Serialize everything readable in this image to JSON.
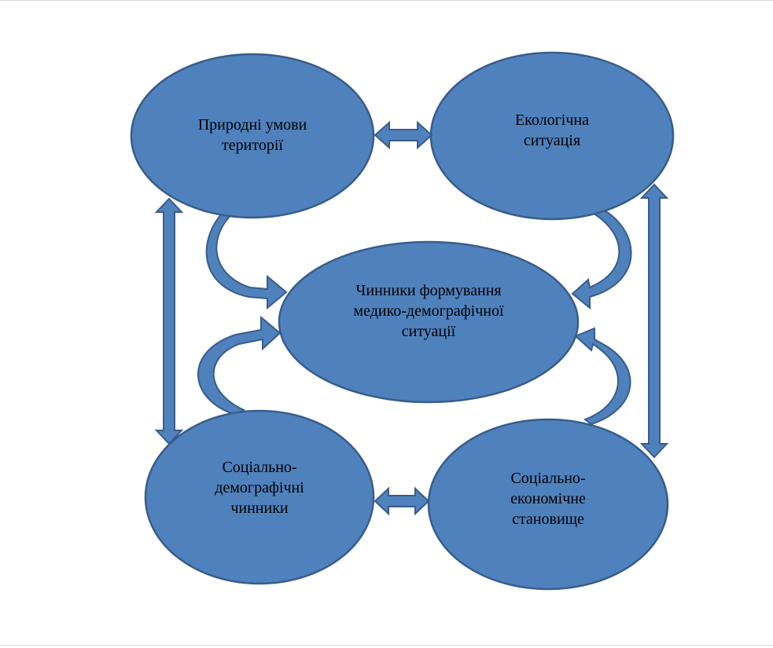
{
  "diagram": {
    "center": "Чинники формування\nмедико-демографічної\nситуації",
    "nodes": {
      "natural": "Природні умови\nтериторії",
      "ecological": "Екологічна\nситуація",
      "socio_demographic": "Соціально-\nдемографічні\nчинники",
      "socio_economic": "Соціально-\nекономічне\nстановище"
    }
  },
  "colors": {
    "fill": "#4f81bd",
    "stroke": "#385d8a",
    "text": "#000000",
    "curve_dark": "#2f5486"
  }
}
